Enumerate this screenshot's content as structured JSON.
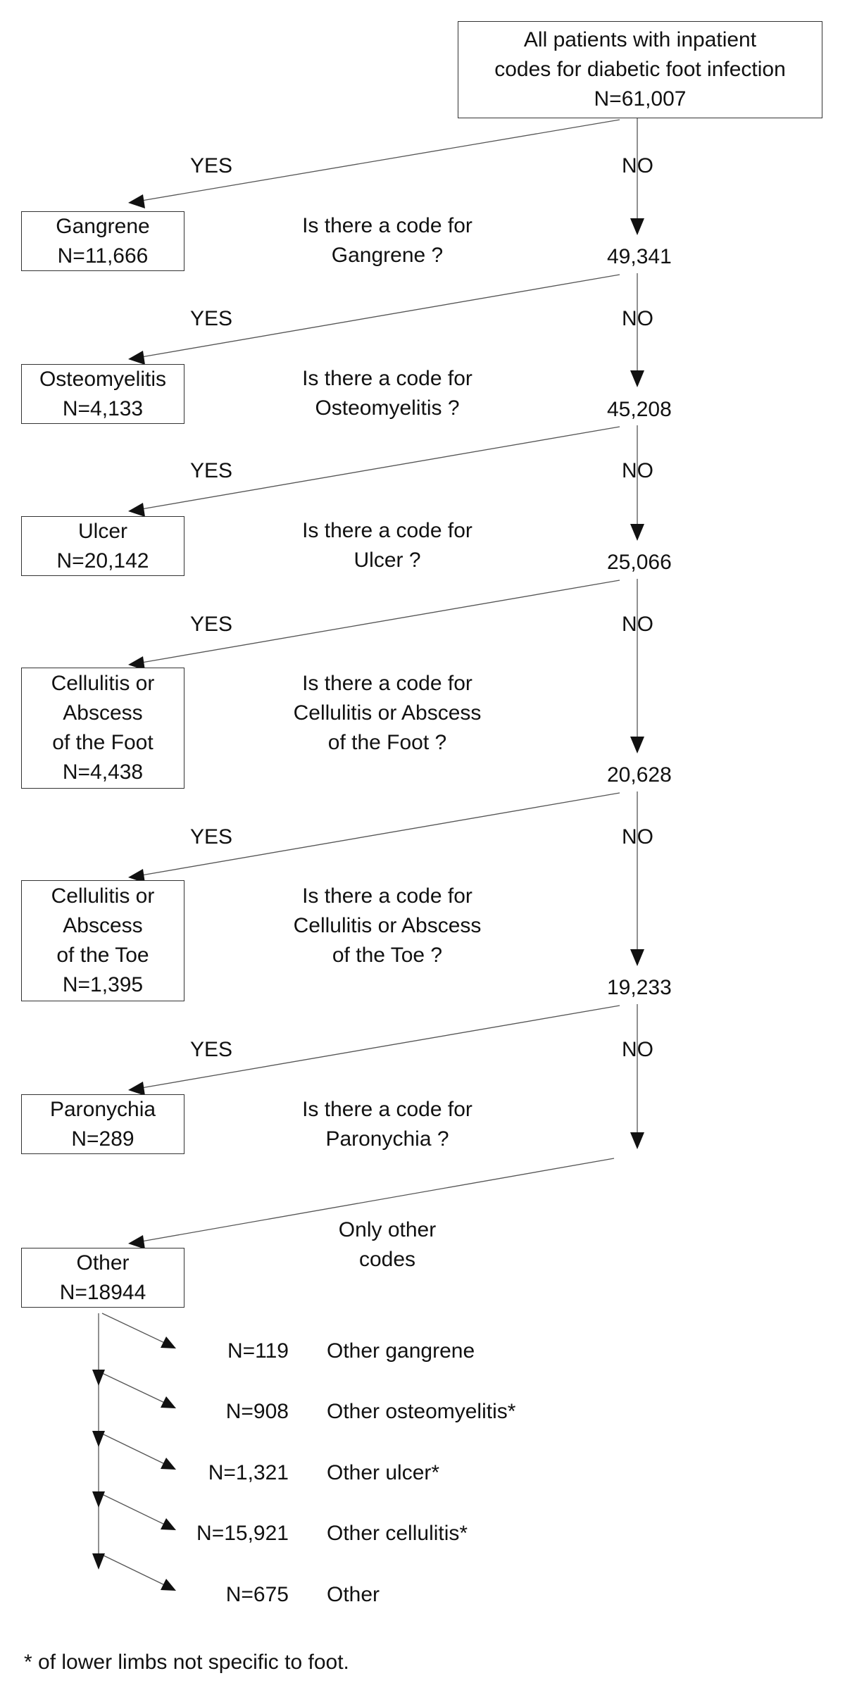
{
  "start": {
    "line1": "All patients with inpatient",
    "line2": "codes for diabetic foot infection",
    "count": "N=61,007"
  },
  "yes_label": "YES",
  "no_label": "NO",
  "steps": [
    {
      "question": [
        "Is there a code for",
        "Gangrene ?"
      ],
      "box": [
        "Gangrene",
        "N=11,666"
      ],
      "remaining": "49,341"
    },
    {
      "question": [
        "Is there a code for",
        "Osteomyelitis ?"
      ],
      "box": [
        "Osteomyelitis",
        "N=4,133"
      ],
      "remaining": "45,208"
    },
    {
      "question": [
        "Is there a code for",
        "Ulcer ?"
      ],
      "box": [
        "Ulcer",
        "N=20,142"
      ],
      "remaining": "25,066"
    },
    {
      "question": [
        "Is there a code for",
        "Cellulitis or Abscess",
        "of the Foot ?"
      ],
      "box": [
        "Cellulitis or",
        "Abscess",
        "of the Foot",
        "N=4,438"
      ],
      "remaining": "20,628"
    },
    {
      "question": [
        "Is there a code for",
        "Cellulitis or Abscess",
        "of the Toe ?"
      ],
      "box": [
        "Cellulitis or",
        "Abscess",
        "of the Toe",
        "N=1,395"
      ],
      "remaining": "19,233"
    },
    {
      "question": [
        "Is there a code for",
        "Paronychia ?"
      ],
      "box": [
        "Paronychia",
        "N=289"
      ],
      "remaining": ""
    }
  ],
  "other": {
    "question": [
      "Only other",
      "codes"
    ],
    "box": [
      "Other",
      "N=18944"
    ],
    "breakdown": [
      {
        "count": "N=119",
        "label": "Other gangrene"
      },
      {
        "count": "N=908",
        "label": "Other osteomyelitis*"
      },
      {
        "count": "N=1,321",
        "label": "Other ulcer*"
      },
      {
        "count": "N=15,921",
        "label": "Other cellulitis*"
      },
      {
        "count": "N=675",
        "label": "Other"
      }
    ]
  },
  "footnote": "* of lower limbs not specific to foot."
}
